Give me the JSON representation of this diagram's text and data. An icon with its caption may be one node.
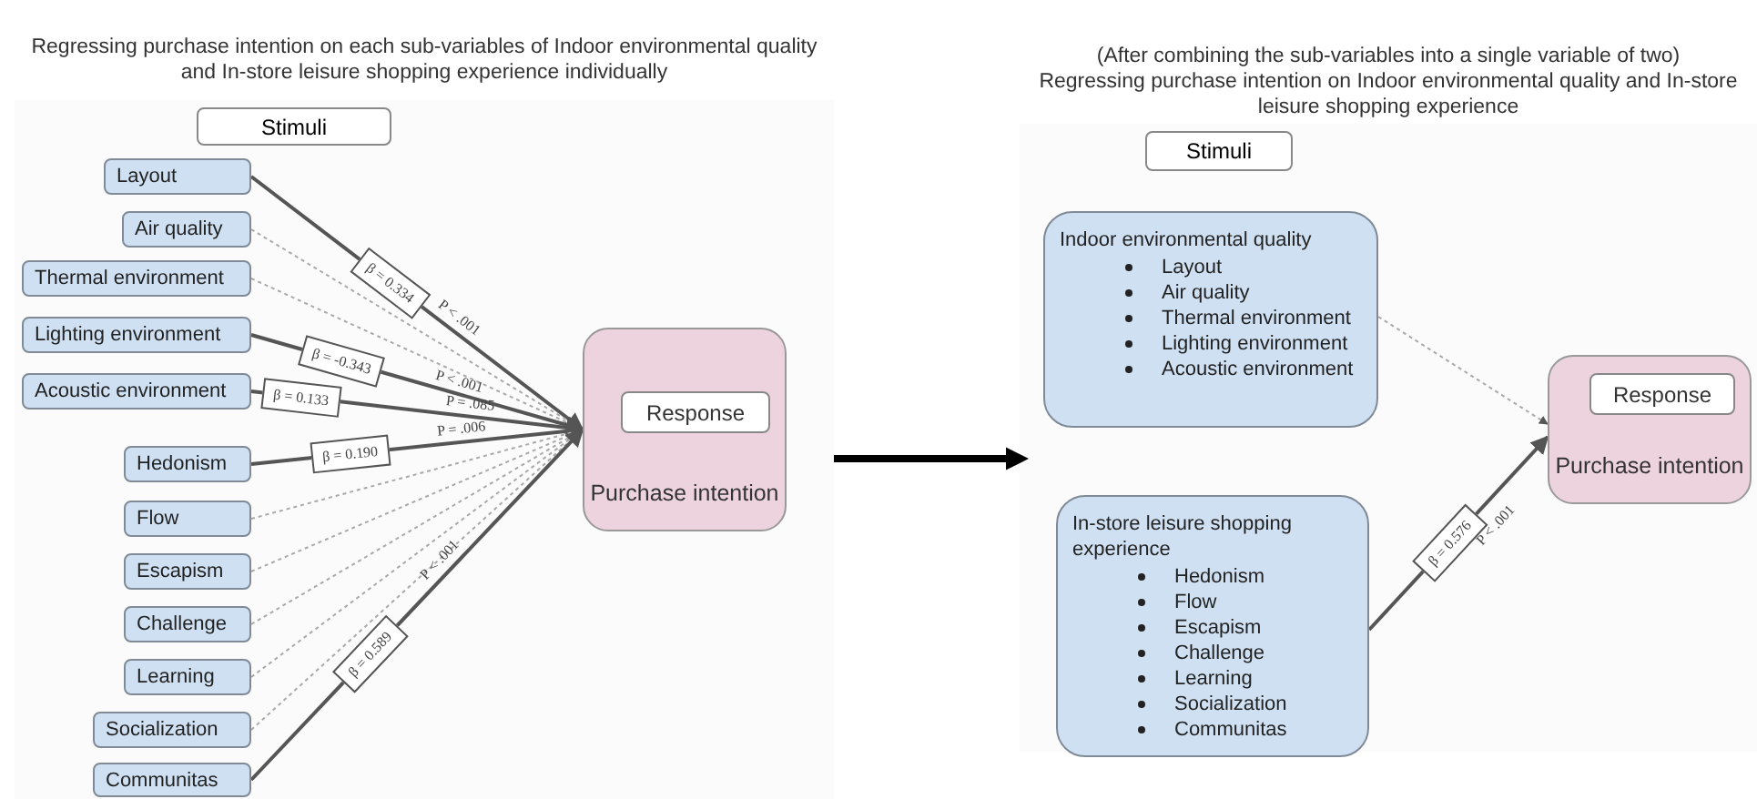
{
  "diagram": {
    "nodes": [
      {
        "text": [
          "Regressing purchase intention on each sub-variables of Indoor environmental quality and In-store leisure shopping experience individually"
        ]
      },
      {
        "text": [
          "Stimuli"
        ],
        "in": 0
      },
      {
        "text": [
          "Layout"
        ],
        "in": 0
      },
      {
        "text": [
          "Air quality"
        ],
        "in": 0
      },
      {
        "text": [
          "Thermal environment"
        ],
        "in": 0
      },
      {
        "text": [
          "Lighting environment"
        ],
        "in": 0
      },
      {
        "text": [
          "Acoustic environment"
        ],
        "in": 0
      },
      {
        "text": [
          "Hedonism"
        ],
        "in": 0
      },
      {
        "text": [
          "Flow"
        ],
        "in": 0
      },
      {
        "text": [
          "Escapism"
        ],
        "in": 0
      },
      {
        "text": [
          "Challenge"
        ],
        "in": 0
      },
      {
        "text": [
          "Learning"
        ],
        "in": 0
      },
      {
        "text": [
          "Socialization"
        ],
        "in": 0
      },
      {
        "text": [
          "Communitas"
        ],
        "in": 0
      },
      {
        "text": [
          "Purchase intention"
        ],
        "in": 0
      },
      {
        "text": [
          "Response"
        ],
        "in": 14
      },
      {
        "text": [
          "(After combining the sub-variables into a single variable of two)",
          "Regressing purchase intention on Indoor environmental quality and In-store leisure shopping experience"
        ]
      },
      {
        "text": [
          "Stimuli"
        ],
        "in": 16
      },
      {
        "text": [
          "Indoor environmental quality",
          "Layout",
          "Air quality",
          "Thermal environment",
          "Lighting environment",
          "Acoustic environment"
        ],
        "in": 16
      },
      {
        "text": [
          "In-store leisure shopping experience",
          "Hedonism",
          "Flow",
          "Escapism",
          "Challenge",
          "Learning",
          "Socialization",
          "Communitas"
        ],
        "in": 16
      },
      {
        "text": [
          "Purchase intention"
        ],
        "in": 16
      },
      {
        "text": [
          "Response"
        ],
        "in": 20
      }
    ],
    "edges": [
      {
        "from": 2,
        "to": 14,
        "arrow": "to",
        "label": "β = 0.334"
      },
      {
        "from": 3,
        "to": 14,
        "arrow": "to",
        "style": "dashed"
      },
      {
        "from": 4,
        "to": 14,
        "arrow": "to",
        "style": "dashed"
      },
      {
        "from": 5,
        "to": 14,
        "arrow": "to",
        "label": "β = -0.343"
      },
      {
        "from": 6,
        "to": 14,
        "arrow": "to",
        "label": "β = 0.133"
      },
      {
        "from": 7,
        "to": 14,
        "arrow": "to",
        "label": "β = 0.190"
      },
      {
        "from": 8,
        "to": 14,
        "arrow": "to",
        "style": "dashed"
      },
      {
        "from": 9,
        "to": 14,
        "arrow": "to",
        "style": "dashed"
      },
      {
        "from": 10,
        "to": 14,
        "arrow": "to",
        "style": "dashed"
      },
      {
        "from": 11,
        "to": 14,
        "arrow": "to",
        "style": "dashed"
      },
      {
        "from": 12,
        "to": 14,
        "arrow": "to",
        "style": "dashed"
      },
      {
        "from": 13,
        "to": 14,
        "arrow": "to",
        "label": "β = 0.589"
      },
      {
        "from": 0,
        "to": 16,
        "arrow": "to",
        "style": "thick",
        "color": "#000000"
      },
      {
        "from": 18,
        "to": 20,
        "arrow": "to",
        "style": "dashed"
      },
      {
        "from": 19,
        "to": 20,
        "arrow": "to",
        "label": "β = 0.576"
      }
    ],
    "labels": [
      "P < .001",
      "P < .001",
      "P = .085",
      "P = .006",
      "P < .001",
      "P < .001"
    ]
  }
}
